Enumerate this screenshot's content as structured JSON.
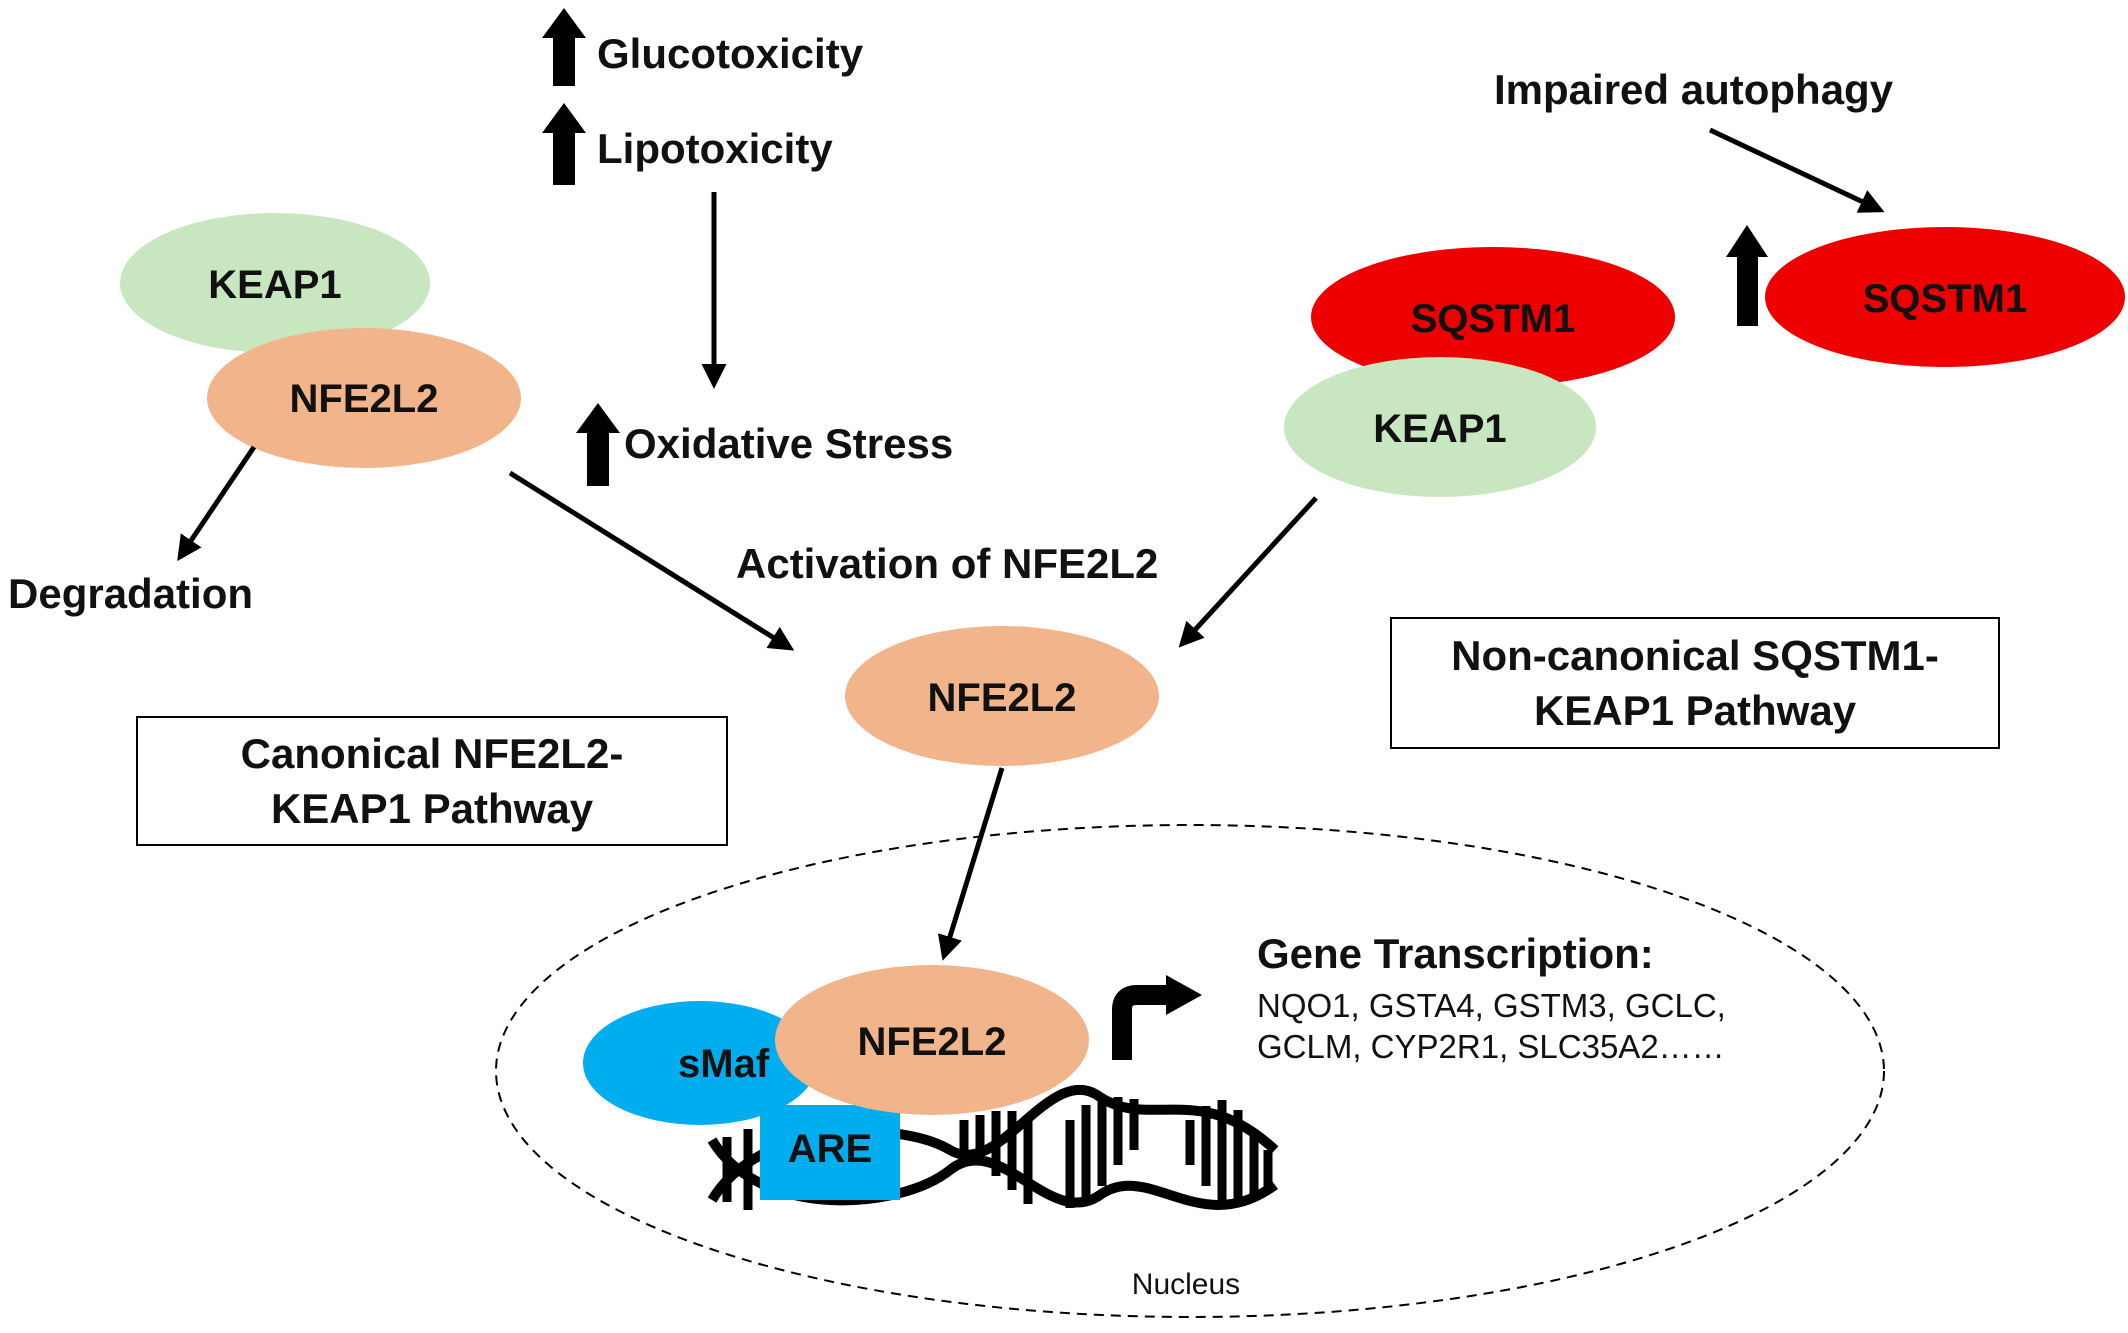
{
  "colors": {
    "keap1": "#c8e6c0",
    "nfe2l2": "#f2b48a",
    "sqstm1": "#ee0000",
    "smaf": "#00aeef",
    "are": "#00aeef"
  },
  "stress": {
    "glucotoxicity": "Glucotoxicity",
    "lipotoxicity": "Lipotoxicity",
    "oxidative_stress": "Oxidative Stress"
  },
  "canonical": {
    "keap1": "KEAP1",
    "nfe2l2": "NFE2L2",
    "degradation": "Degradation",
    "box_line1": "Canonical NFE2L2-",
    "box_line2": "KEAP1 Pathway"
  },
  "noncanonical": {
    "impaired_autophagy": "Impaired autophagy",
    "sqstm1_free": "SQSTM1",
    "sqstm1_bound": "SQSTM1",
    "keap1": "KEAP1",
    "box_line1": "Non-canonical SQSTM1-",
    "box_line2": "KEAP1 Pathway"
  },
  "activation": {
    "label": "Activation of NFE2L2",
    "nfe2l2": "NFE2L2"
  },
  "nucleus": {
    "label": "Nucleus",
    "smaf": "sMaf",
    "nfe2l2": "NFE2L2",
    "are": "ARE",
    "gene_title": "Gene Transcription:",
    "genes_line1": "NQO1, GSTA4, GSTM3, GCLC,",
    "genes_line2": "GCLM, CYP2R1, SLC35A2……"
  }
}
